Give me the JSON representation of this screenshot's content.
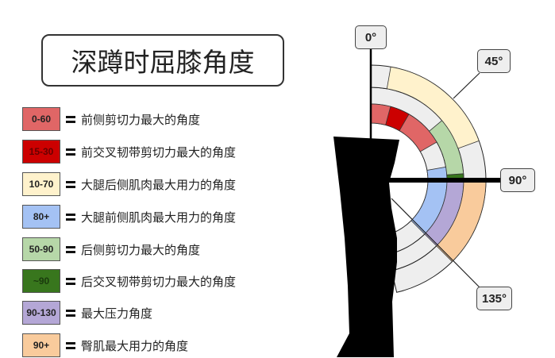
{
  "title": "深蹲时屈膝角度",
  "legend": [
    {
      "range": "0-60",
      "text": "前侧剪切力最大的角度",
      "color": "#e06666",
      "text_color": "#222222"
    },
    {
      "range": "15-30",
      "text": "前交叉韧带剪切力最大的角度",
      "color": "#cc0000",
      "text_color": "#660000"
    },
    {
      "range": "10-70",
      "text": "大腿后侧肌肉最大用力的角度",
      "color": "#fff2cc",
      "text_color": "#222222"
    },
    {
      "range": "80+",
      "text": "大腿前侧肌肉最大用力的角度",
      "color": "#a4c2f4",
      "text_color": "#222222"
    },
    {
      "range": "50-90",
      "text": "后侧剪切力最大的角度",
      "color": "#b6d7a8",
      "text_color": "#222222"
    },
    {
      "range": "~90",
      "text": "后交叉韧带剪切力最大的角度",
      "color": "#38761d",
      "text_color": "#1a3a0d"
    },
    {
      "range": "90-130",
      "text": "最大压力角度",
      "color": "#b4a7d6",
      "text_color": "#222222"
    },
    {
      "range": "90+",
      "text": "臀肌最大用力的角度",
      "color": "#f9cb9c",
      "text_color": "#222222"
    }
  ],
  "angle_labels": [
    "0°",
    "45°",
    "90°",
    "135°"
  ],
  "arcs": [
    {
      "ring": 0,
      "from": 0,
      "to": 60,
      "color": "#e06666"
    },
    {
      "ring": 0,
      "from": 15,
      "to": 30,
      "color": "#cc0000"
    },
    {
      "ring": 0,
      "from": 80,
      "to": 135,
      "color": "#a4c2f4"
    },
    {
      "ring": 1,
      "from": 50,
      "to": 90,
      "color": "#b6d7a8"
    },
    {
      "ring": 1,
      "from": 86,
      "to": 90,
      "color": "#38761d"
    },
    {
      "ring": 1,
      "from": 90,
      "to": 135,
      "color": "#b4a7d6"
    },
    {
      "ring": 2,
      "from": 10,
      "to": 70,
      "color": "#fff2cc"
    },
    {
      "ring": 2,
      "from": 90,
      "to": 135,
      "color": "#f9cb9c"
    }
  ]
}
